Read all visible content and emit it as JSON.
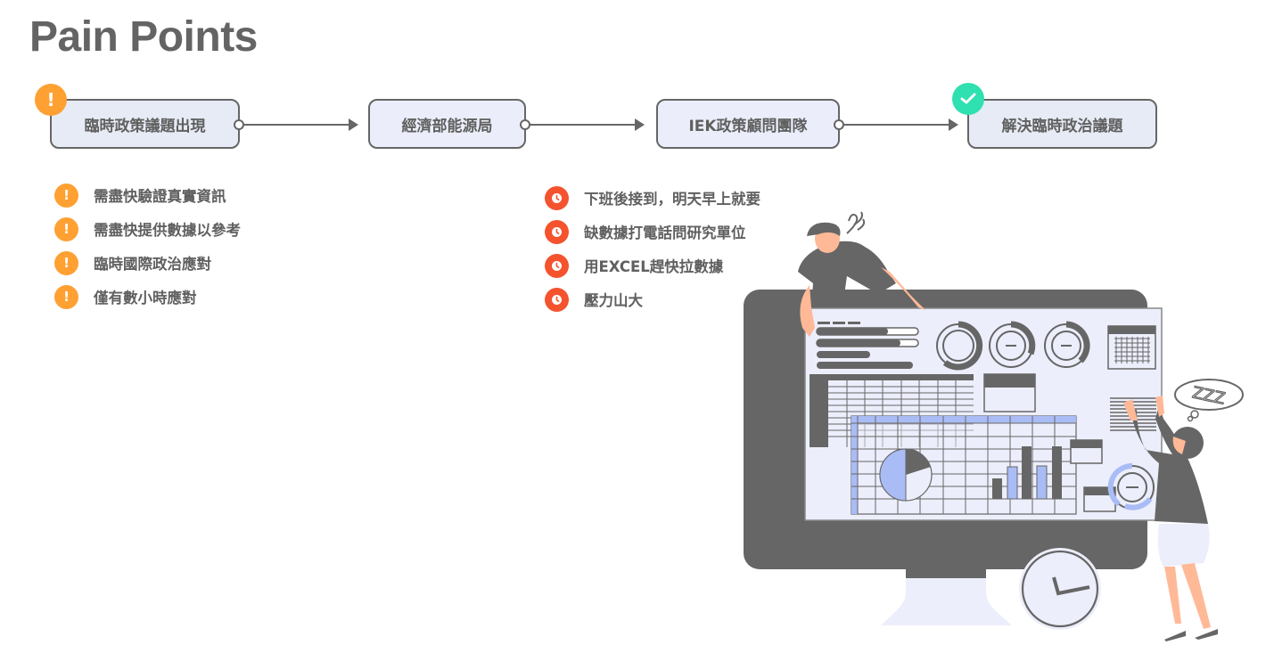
{
  "page": {
    "title": "Pain Points"
  },
  "flow": {
    "nodes": [
      {
        "label": "臨時政策議題出現",
        "badge": "warning-icon"
      },
      {
        "label": "經濟部能源局",
        "badge": null
      },
      {
        "label": "IEK政策顧問團隊",
        "badge": null
      },
      {
        "label": "解決臨時政治議題",
        "badge": "check-icon"
      }
    ],
    "badge_symbols": {
      "warning": "!",
      "check": "✓"
    }
  },
  "left_list": {
    "icon": "warning-icon",
    "symbol": "!",
    "items": [
      "需盡快驗證真實資訊",
      "需盡快提供數據以參考",
      "臨時國際政治應對",
      "僅有數小時應對"
    ]
  },
  "right_list": {
    "icon": "clock-icon",
    "items": [
      "下班後接到，明天早上就要",
      "缺數據打電話問研究單位",
      "用EXCEL趕快拉數據",
      "壓力山大"
    ]
  },
  "illustration": {
    "thought_bubble": "ZZZ"
  },
  "colors": {
    "warning": "#ffa033",
    "clock": "#f4532e",
    "success": "#2fe0b0",
    "node_fill": "#e6ebf5",
    "stroke": "#666666",
    "accent_blue": "#a9bcf5",
    "skin": "#ffb997",
    "screen": "#eceefb"
  }
}
